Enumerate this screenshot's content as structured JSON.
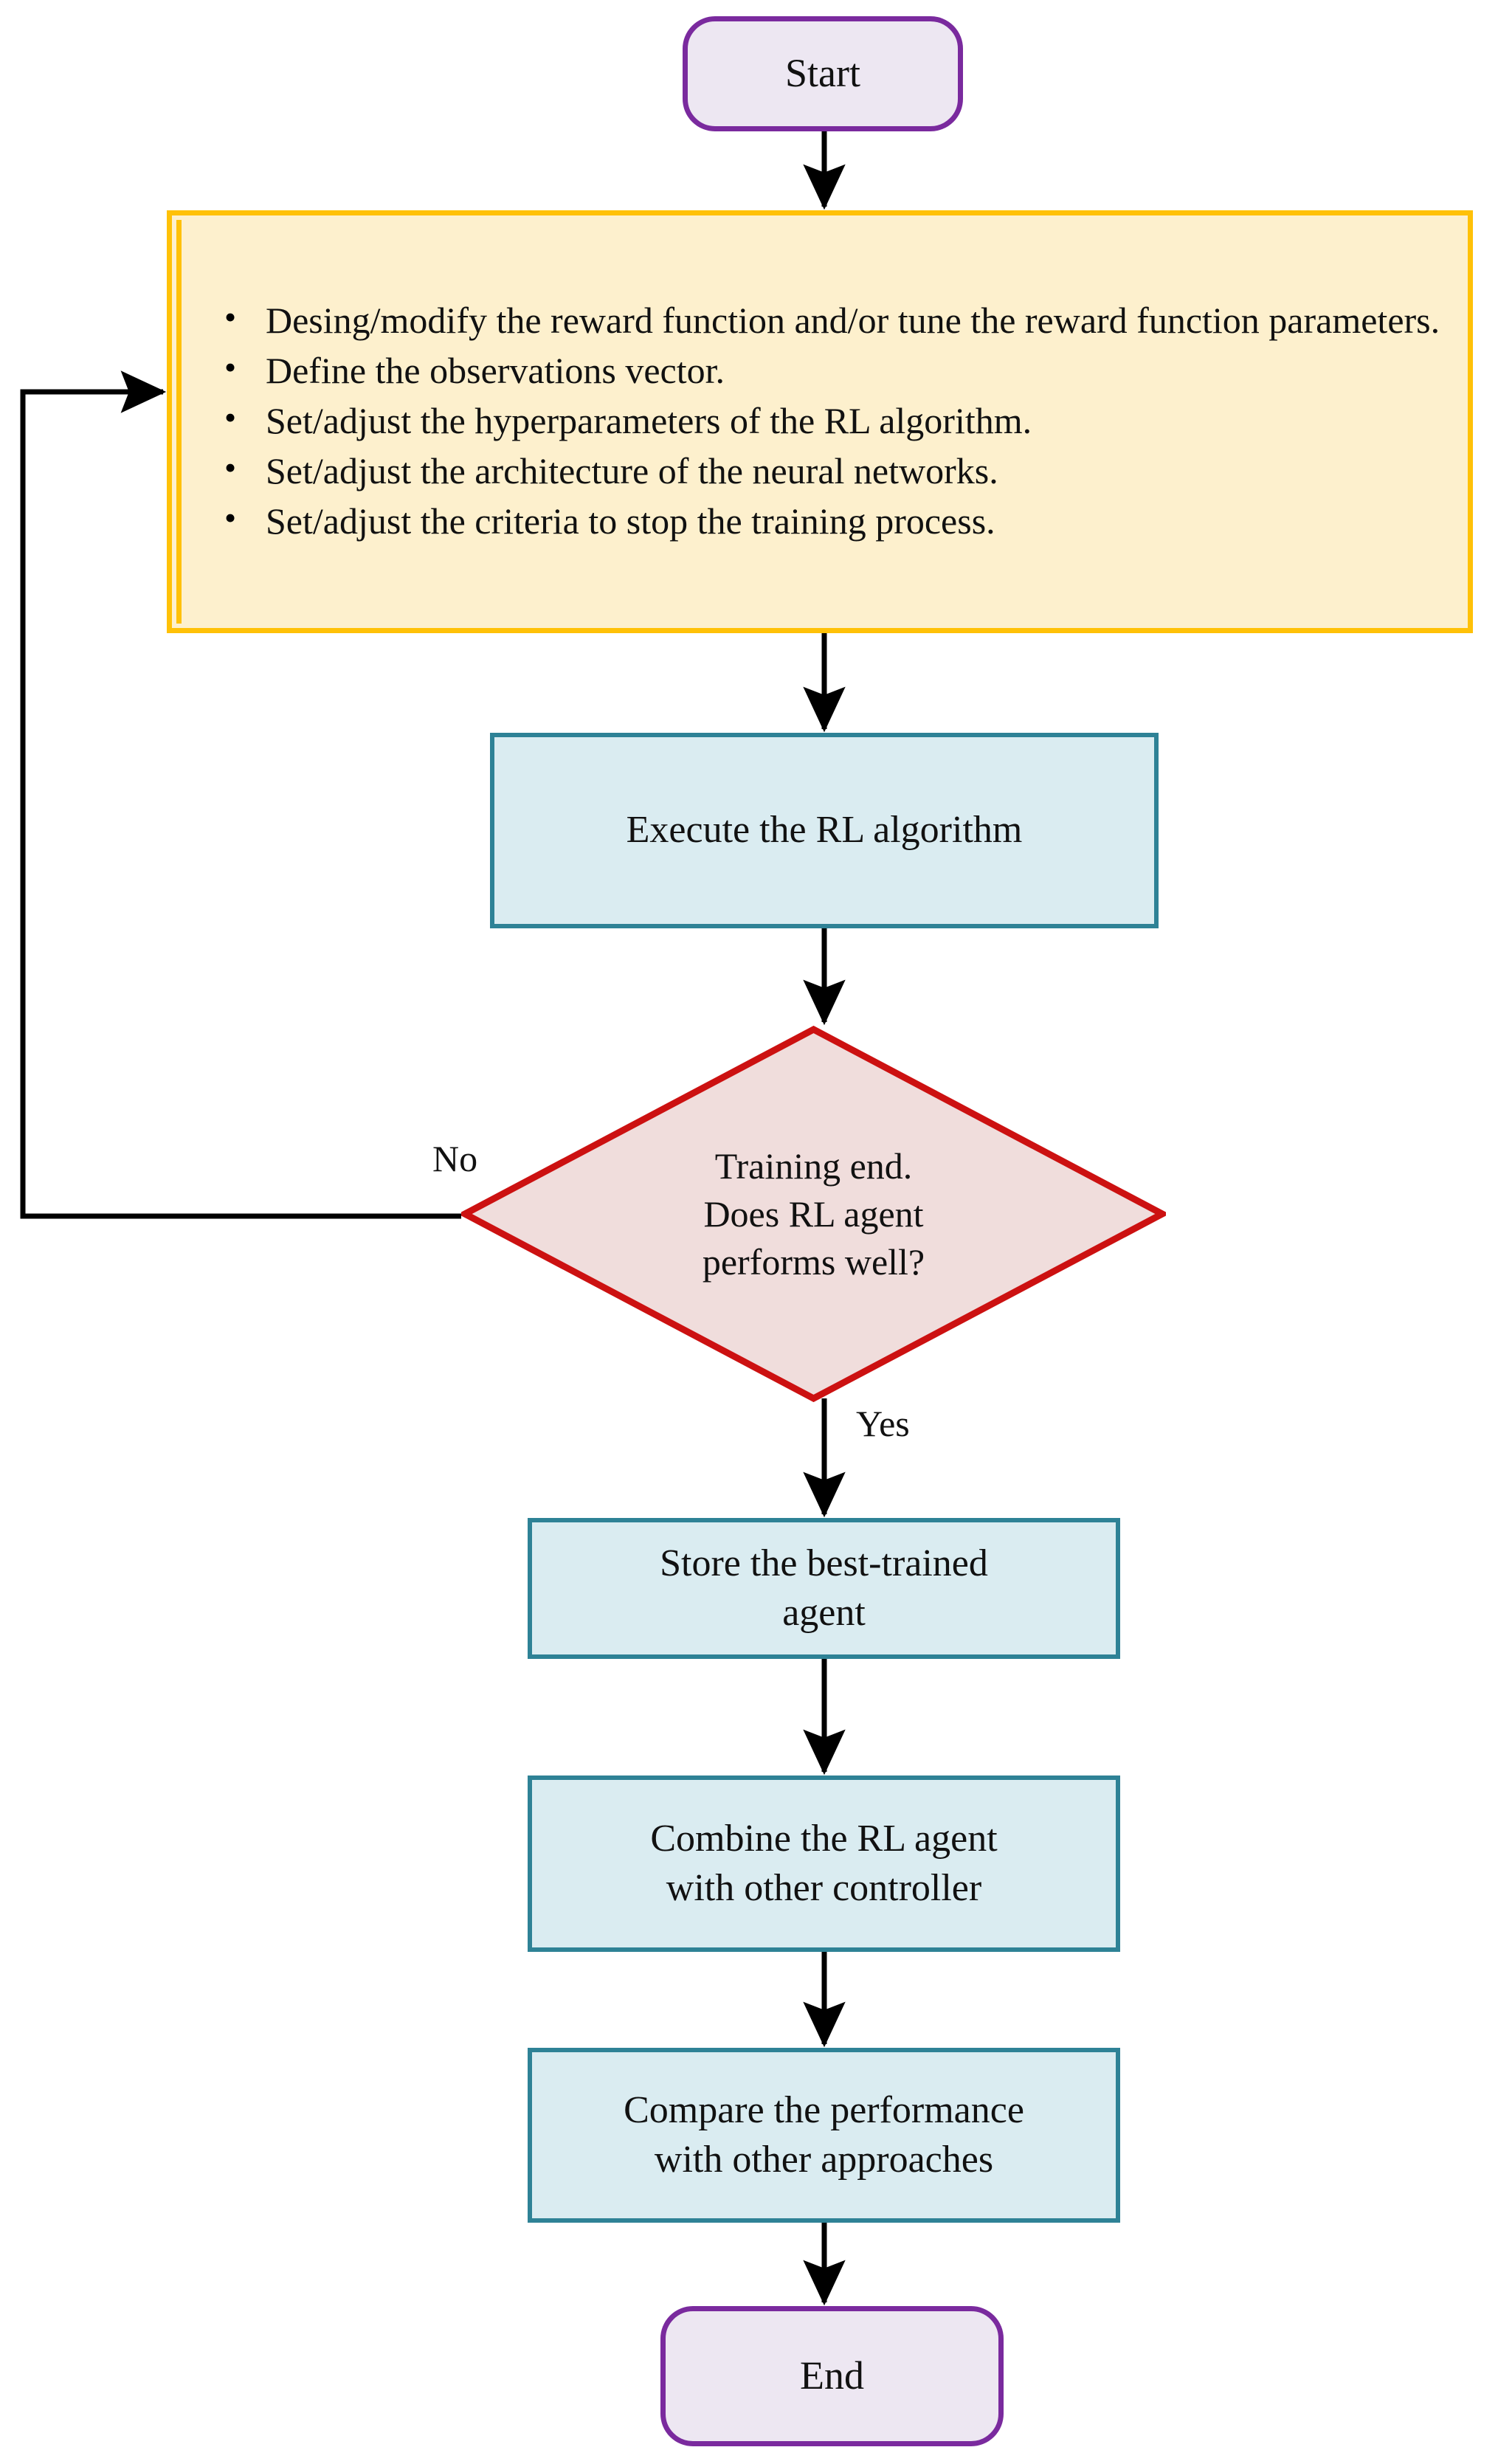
{
  "diagram": {
    "title": "Reinforcement learning design and evaluation workflow",
    "type": "flowchart",
    "orientation": "top-to-bottom"
  },
  "colors": {
    "terminal_border": "#7A2A9E",
    "terminal_fill": "#EDE7F2",
    "process_border": "#2E8296",
    "process_fill": "#DAECF1",
    "tasklist_border": "#FFC107",
    "tasklist_fill": "#FDF0CD",
    "decision_border": "#CC1111",
    "decision_fill": "#F0DDDC",
    "edge_color": "#000000",
    "text_color": "#111111"
  },
  "nodes": {
    "start": {
      "label": "Start",
      "shape": "rounded-terminal"
    },
    "tasklist": {
      "shape": "bulleted-box",
      "items": [
        "Desing/modify the reward function and/or tune the reward function parameters.",
        "Define the observations vector.",
        "Set/adjust the hyperparameters of the RL algorithm.",
        "Set/adjust the architecture of the neural networks.",
        "Set/adjust the criteria to stop the training process."
      ]
    },
    "execute": {
      "label": "Execute the RL algorithm",
      "shape": "process"
    },
    "decision": {
      "shape": "diamond",
      "lines": [
        "Training end.",
        "Does RL agent",
        "performs well?"
      ]
    },
    "store": {
      "shape": "process",
      "lines": [
        "Store the best-trained",
        "agent"
      ]
    },
    "combine": {
      "shape": "process",
      "lines": [
        "Combine the RL agent",
        "with other controller"
      ]
    },
    "compare": {
      "shape": "process",
      "lines": [
        "Compare the performance",
        "with other approaches"
      ]
    },
    "end": {
      "label": "End",
      "shape": "rounded-terminal"
    }
  },
  "edge_labels": {
    "no": "No",
    "yes": "Yes"
  },
  "edges": [
    {
      "from": "start",
      "to": "tasklist",
      "label": ""
    },
    {
      "from": "tasklist",
      "to": "execute",
      "label": ""
    },
    {
      "from": "execute",
      "to": "decision",
      "label": ""
    },
    {
      "from": "decision",
      "to": "tasklist",
      "label": "No"
    },
    {
      "from": "decision",
      "to": "store",
      "label": "Yes"
    },
    {
      "from": "store",
      "to": "combine",
      "label": ""
    },
    {
      "from": "combine",
      "to": "compare",
      "label": ""
    },
    {
      "from": "compare",
      "to": "end",
      "label": ""
    }
  ]
}
